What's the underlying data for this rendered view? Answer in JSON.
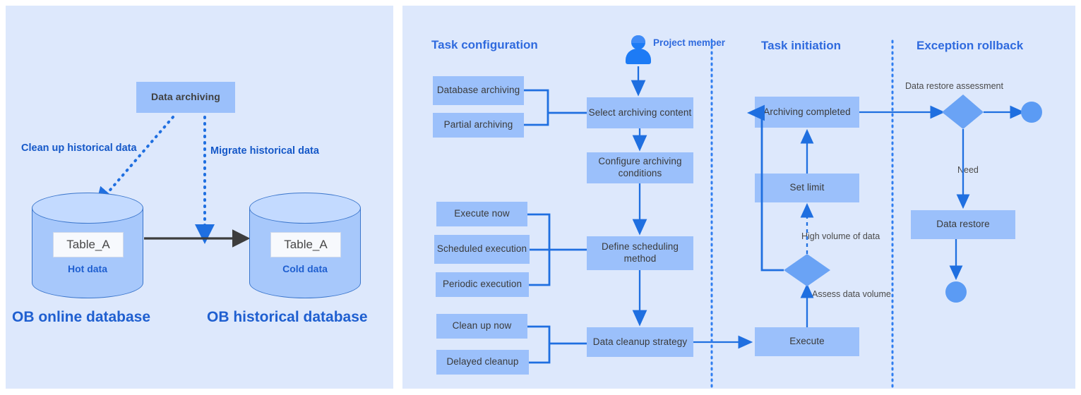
{
  "left_panel": {
    "archiving_box": "Data archiving",
    "edge_cleanup_label": "Clean up historical data",
    "edge_migrate_label": "Migrate historical data",
    "online_db": {
      "table": "Table_A",
      "temp_label": "Hot data",
      "caption": "OB online database"
    },
    "historical_db": {
      "table": "Table_A",
      "temp_label": "Cold data",
      "caption": "OB historical  database"
    }
  },
  "right_panel": {
    "headings": {
      "task_configuration": "Task configuration",
      "task_initiation": "Task initiation",
      "exception_rollback": "Exception rollback"
    },
    "actor": {
      "label": "Project member",
      "icon": "person-icon"
    },
    "config_options": {
      "archiving": [
        "Database archiving",
        "Partial archiving"
      ],
      "scheduling": [
        "Execute now",
        "Scheduled execution",
        "Periodic execution"
      ],
      "cleanup": [
        "Clean up now",
        "Delayed cleanup"
      ]
    },
    "main_steps": [
      "Select archiving content",
      "Configure archiving conditions",
      "Define scheduling method",
      "Data cleanup strategy"
    ],
    "initiation": {
      "archiving_completed": "Archiving completed",
      "set_limit": "Set limit",
      "execute": "Execute",
      "edge_high_volume": "High volume of data",
      "edge_assess": "Assess data volume",
      "decision_icon": "diamond-decision"
    },
    "rollback": {
      "assessment_label": "Data restore assessment",
      "edge_need": "Need",
      "data_restore": "Data restore",
      "decision_icon": "diamond-decision",
      "end_icon": "end-node-circle"
    }
  },
  "colors": {
    "panel_bg": "#dde8fc",
    "node_fill": "#9bc0fb",
    "accent_blue": "#1f6fe0",
    "heading_blue": "#2f6ade",
    "dark_arrow": "#3d3d3d"
  }
}
